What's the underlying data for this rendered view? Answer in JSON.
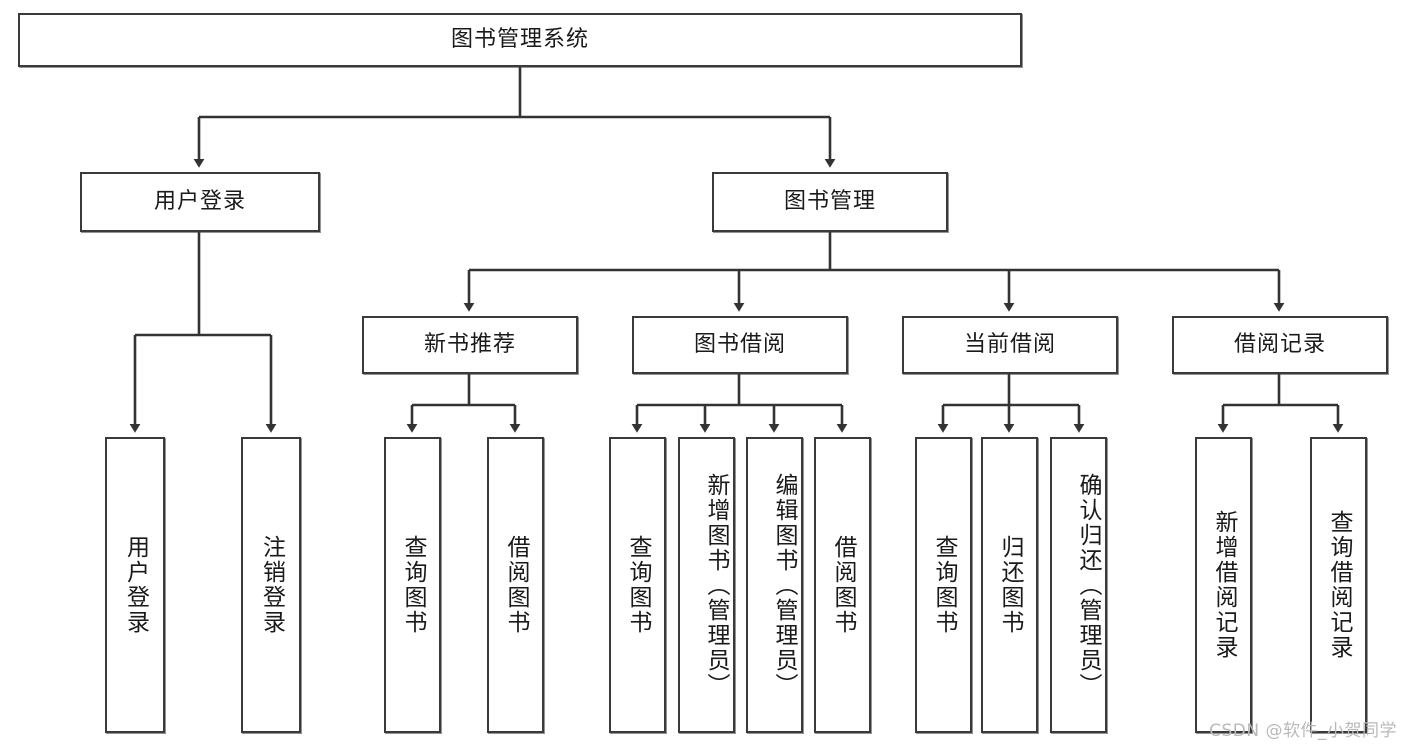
{
  "diagram": {
    "type": "tree",
    "title": "图书管理系统",
    "root": {
      "label": "图书管理系统"
    },
    "level2": [
      {
        "label": "用户登录"
      },
      {
        "label": "图书管理"
      }
    ],
    "level3": [
      {
        "label": "新书推荐"
      },
      {
        "label": "图书借阅"
      },
      {
        "label": "当前借阅"
      },
      {
        "label": "借阅记录"
      }
    ],
    "leaves": {
      "user_login": [
        {
          "label": "用户登录"
        },
        {
          "label": "注销登录"
        }
      ],
      "new_book_recommend": [
        {
          "label": "查询图书"
        },
        {
          "label": "借阅图书"
        }
      ],
      "book_borrow": [
        {
          "label": "查询图书"
        },
        {
          "label": "新增图书（管理员）"
        },
        {
          "label": "编辑图书（管理员）"
        },
        {
          "label": "借阅图书"
        }
      ],
      "current_borrow": [
        {
          "label": "查询图书"
        },
        {
          "label": "归还图书"
        },
        {
          "label": "确认归还（管理员）"
        }
      ],
      "borrow_records": [
        {
          "label": "新增借阅记录"
        },
        {
          "label": "查询借阅记录"
        }
      ]
    }
  },
  "watermark": {
    "text": "CSDN @软件_小贺同学"
  },
  "colors": {
    "stroke": "#3a3a3a",
    "box_fill": "#ffffff",
    "text": "#1a1a1a",
    "watermark": "#b9b9b9"
  }
}
